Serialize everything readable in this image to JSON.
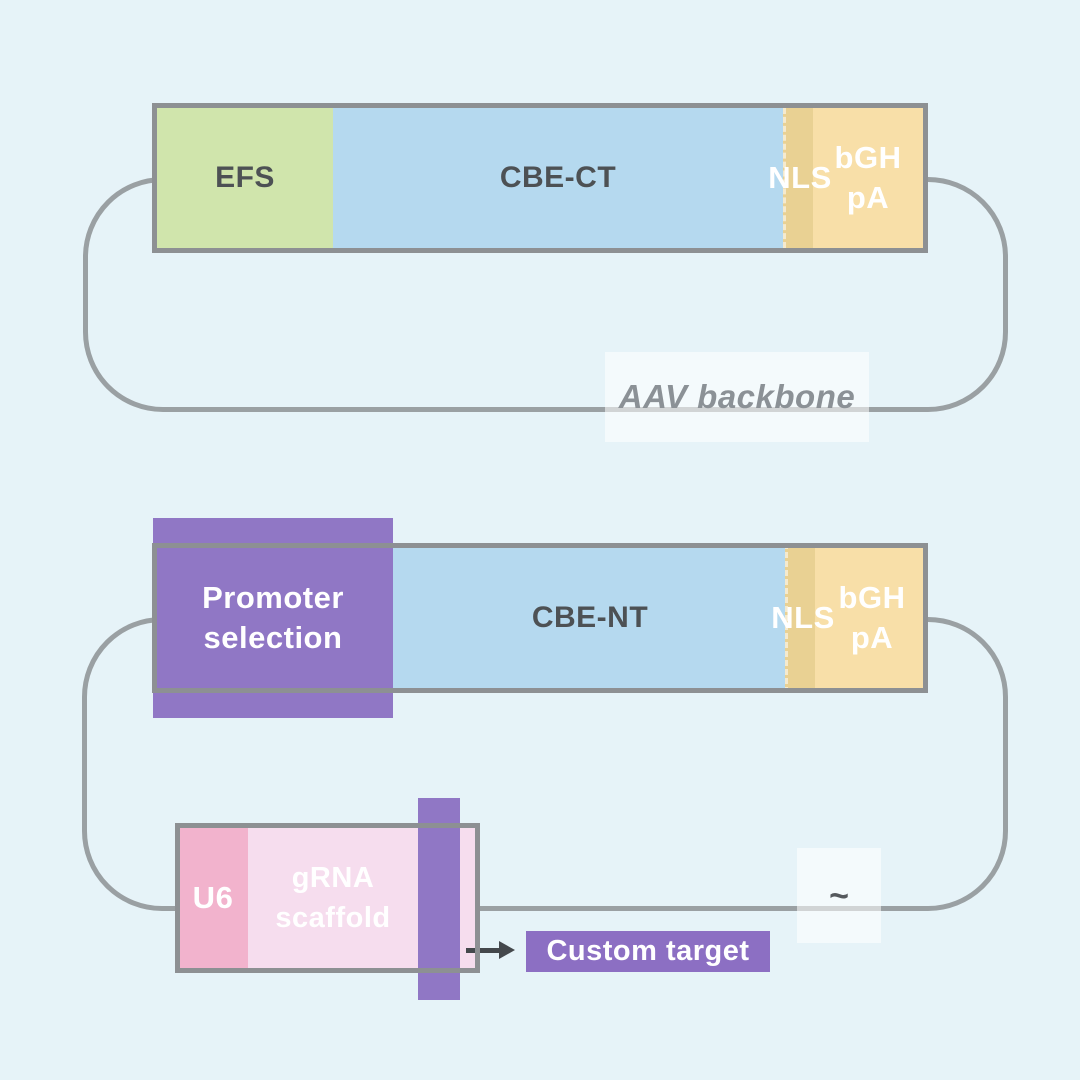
{
  "palette": {
    "background": "#e6f3f8",
    "loop_stroke": "#9aa0a3",
    "bar_border": "#8d9093",
    "efs_green": "#d0e5ac",
    "cbe_blue": "#b5d9ef",
    "nls_tan": "#e9d193",
    "bgh_peach": "#f8dfa8",
    "promoter_purple": "#9077c5",
    "u6_pink": "#f2b3cd",
    "scaffold_pink": "#f6ddee",
    "insert_purple": "#9077c5",
    "custom_target_purple": "#8c6fc3",
    "dark_text": "#4d5154",
    "backbone_text": "#8b9196",
    "arrow_color": "#44484c"
  },
  "top_construct": {
    "efs_label": "EFS",
    "cbe_label": "CBE-CT",
    "nls_label": "NLS",
    "bgh_line1": "bGH",
    "bgh_line2": "pA",
    "backbone_label": "AAV backbone"
  },
  "bottom_construct": {
    "promoter_line1": "Promoter",
    "promoter_line2": "selection",
    "cbe_label": "CBE-NT",
    "nls_label": "NLS",
    "bgh_line1": "bGH",
    "bgh_line2": "pA",
    "break_symbol": "~"
  },
  "grna_cassette": {
    "u6_label": "U6",
    "scaffold_line1": "gRNA",
    "scaffold_line2": "scaffold",
    "custom_target_label": "Custom target"
  }
}
